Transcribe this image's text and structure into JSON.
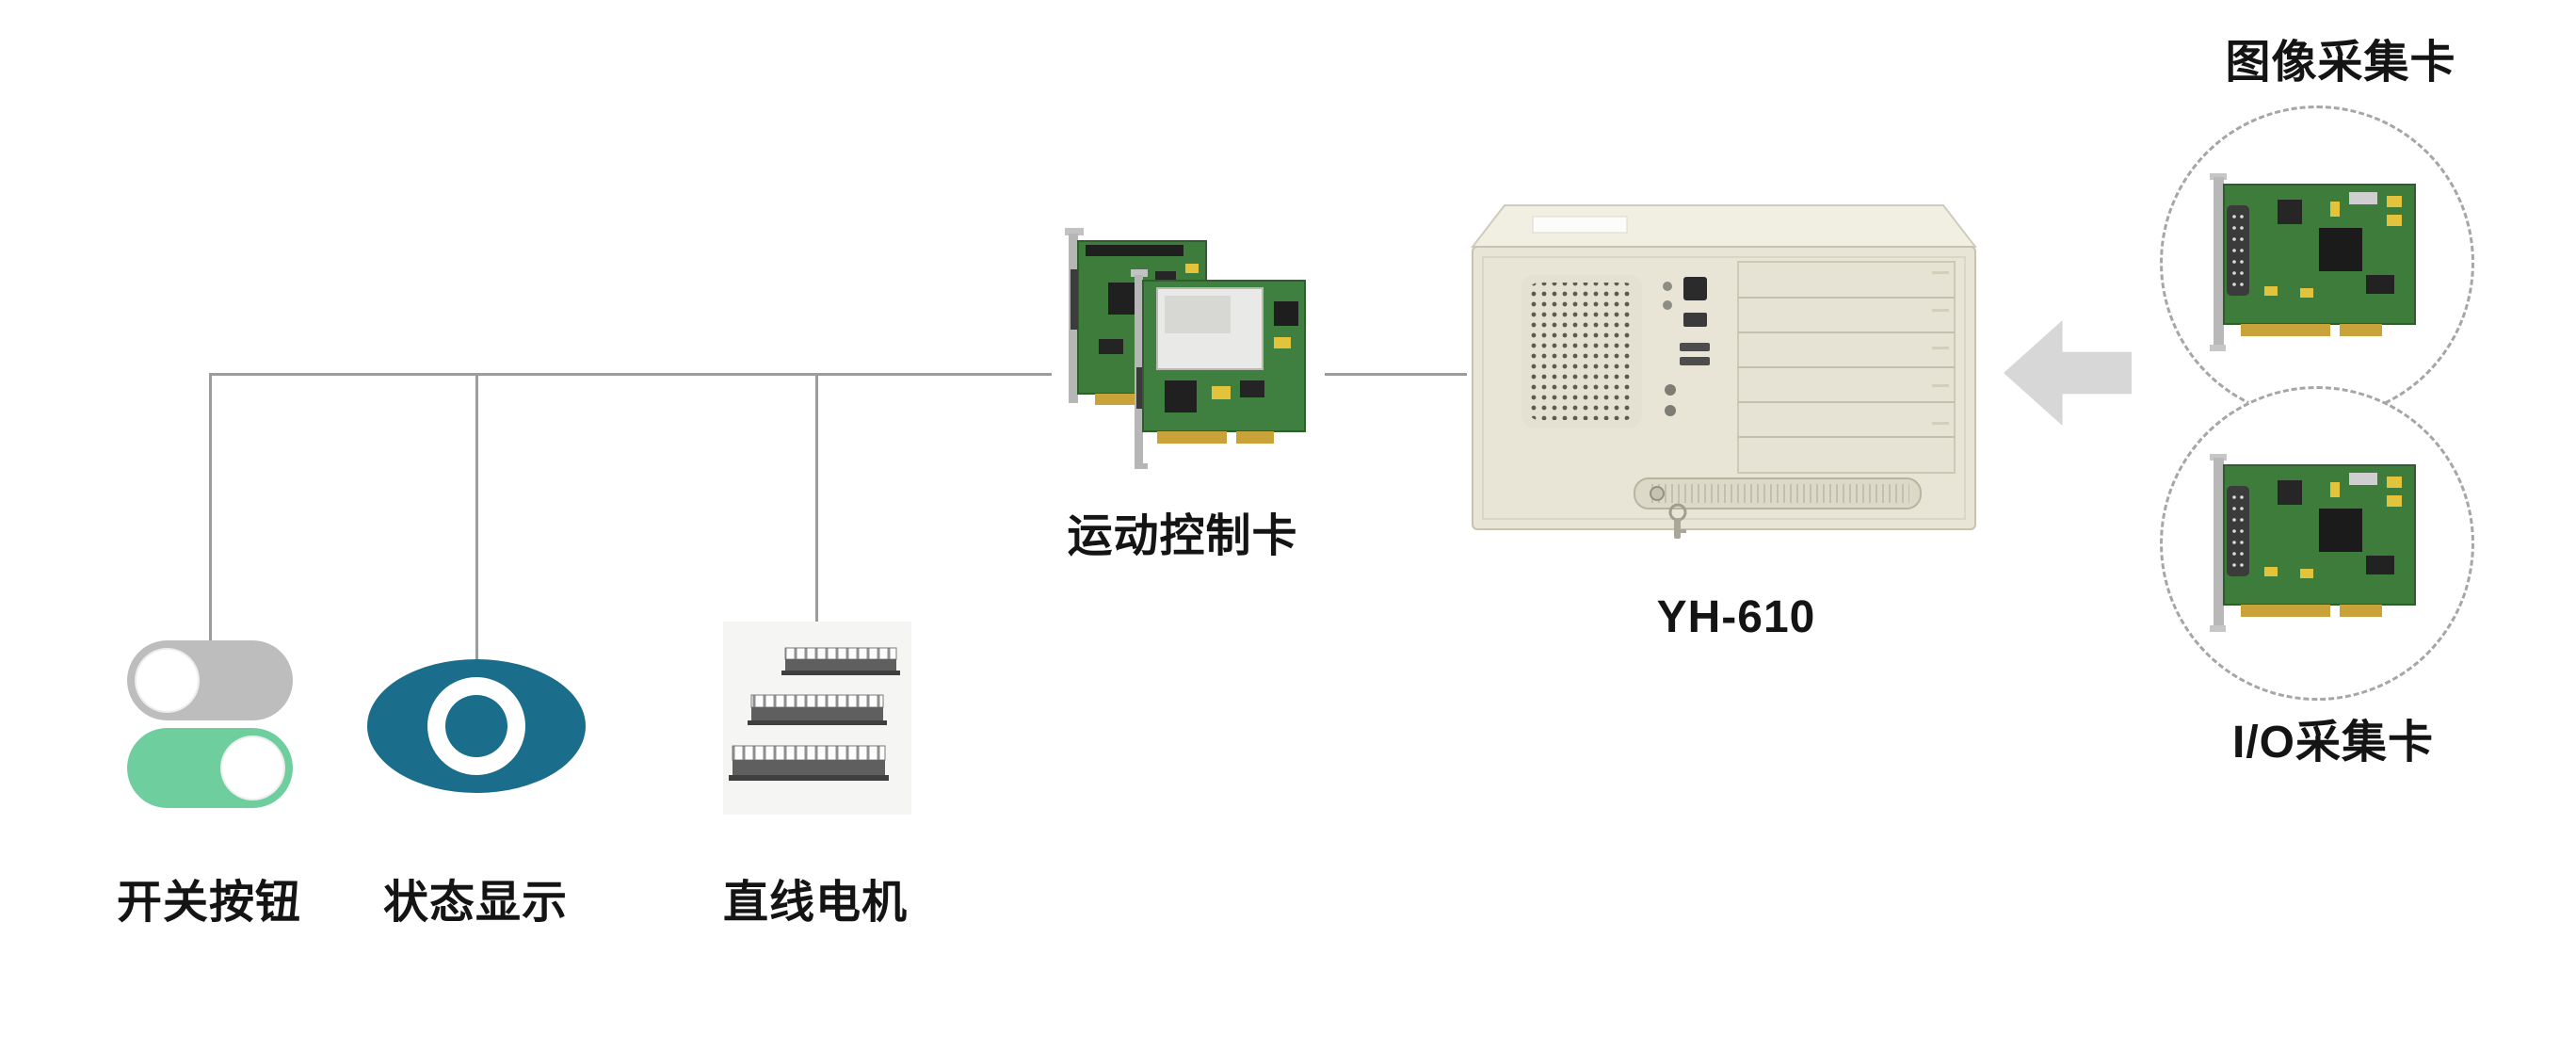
{
  "diagram": {
    "labels": {
      "switch": "开关按钮",
      "status": "状态显示",
      "motor": "直线电机",
      "motion_card": "运动控制卡",
      "computer": "YH-610",
      "image_card": "图像采集卡",
      "io_card": "I/O采集卡"
    },
    "icons": {
      "switch": "toggle-switches-icon",
      "status": "eye-icon",
      "motor": "linear-motor-image",
      "motion_card": "pci-motion-cards-image",
      "computer": "industrial-pc-chassis-image",
      "image_card": "pci-capture-card-image",
      "io_card": "pci-capture-card-image",
      "flow": "left-arrow-icon"
    },
    "colors": {
      "line": "#9c9c9c",
      "toggle_green": "#6fce9e",
      "toggle_gray": "#bdbdbd",
      "eye_teal": "#1b6d8c",
      "arrow_gray": "#d7d7d7",
      "pcb_green": "#3d7c3b",
      "gold": "#c9a23a",
      "chassis_beige": "#e8e5d7"
    }
  }
}
